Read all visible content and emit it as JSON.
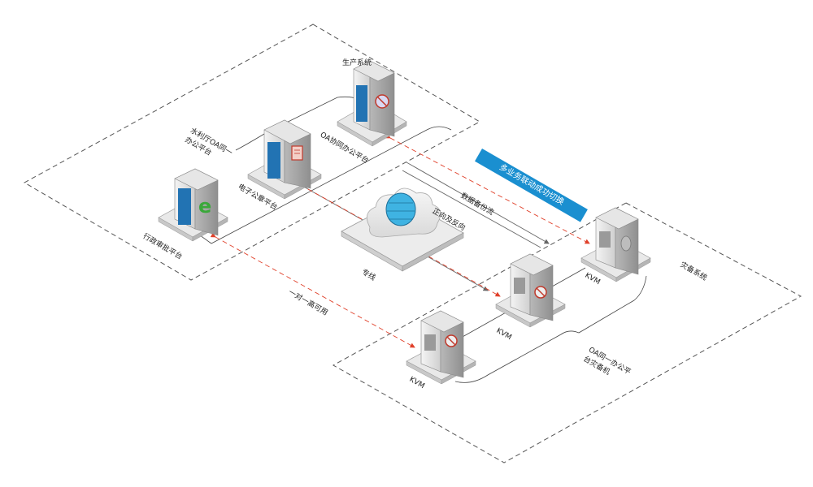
{
  "diagram": {
    "zones": {
      "production": "生产系统",
      "disaster": "灾备系统"
    },
    "banner": "多业务联动成功切换",
    "servers": {
      "oa_platform": "OA协同办公平台",
      "e_doc": "电子公章平台",
      "admin_approval": "行政审批平台",
      "water_oa": "水利厅OA同一办公平台",
      "kvm_right": "KVM",
      "kvm_middle": "KVM",
      "kvm_bottom": "KVM",
      "oa_backup": "OA同一办公平台灾备机"
    },
    "links": {
      "data_backup": "数据备份流",
      "forward_reverse": "正向及反向",
      "dedicated_line": "专线",
      "one_to_one": "一对一高可用"
    },
    "colors": {
      "server_blue": "#2273b3",
      "dashed_red": "#e0402a",
      "banner_blue": "#1a8fd0",
      "zone_border": "#555555"
    }
  }
}
